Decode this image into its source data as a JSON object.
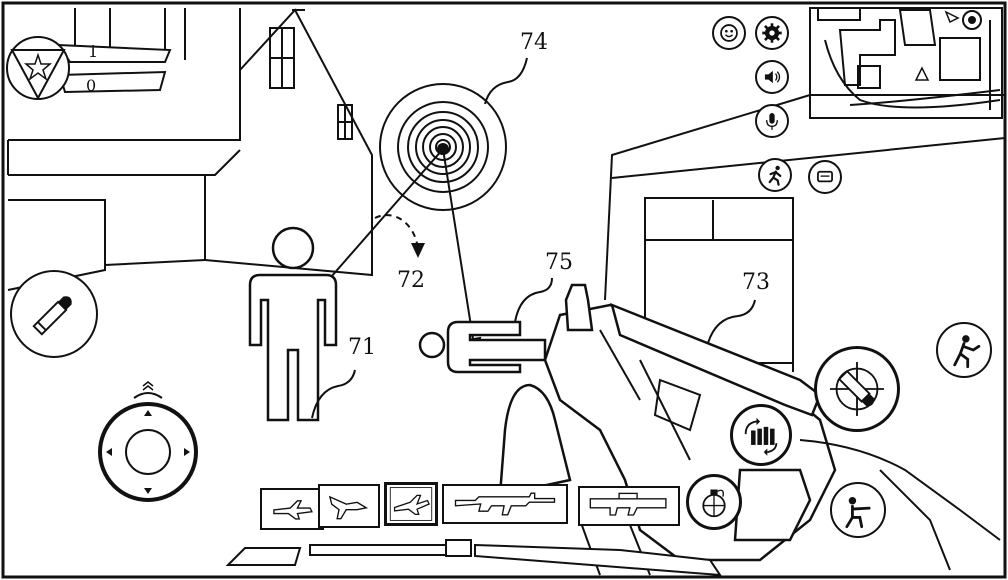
{
  "figure_labels": {
    "target": "74",
    "rotation": "72",
    "standing_figure": "71",
    "prone_figure": "75",
    "firearm": "73"
  },
  "hud": {
    "team_badge_icon": "star-icon",
    "score_top": "1",
    "score_bottom": "0"
  },
  "top_buttons": [
    {
      "name": "emoji-button",
      "icon": "smiley-icon"
    },
    {
      "name": "settings-button",
      "icon": "gear-icon"
    },
    {
      "name": "sound-button",
      "icon": "speaker-icon"
    },
    {
      "name": "microphone-button",
      "icon": "microphone-icon"
    },
    {
      "name": "run-button",
      "icon": "running-man-icon"
    },
    {
      "name": "chat-button",
      "icon": "chat-bubble-icon"
    }
  ],
  "action_buttons": [
    {
      "name": "ammo-button",
      "icon": "bullet-icon"
    },
    {
      "name": "crouch-button",
      "icon": "crouch-icon"
    },
    {
      "name": "scope-fire-button",
      "icon": "bullet-crosshair-icon"
    },
    {
      "name": "reload-button",
      "icon": "reload-icon"
    },
    {
      "name": "grenade-button",
      "icon": "grenade-icon"
    },
    {
      "name": "prone-button",
      "icon": "kneeling-soldier-icon"
    }
  ],
  "weapon_slots": [
    {
      "name": "weapon-slot-plane-1",
      "icon": "fighter-jet-icon",
      "selected": false
    },
    {
      "name": "weapon-slot-plane-2",
      "icon": "fighter-jet-icon",
      "selected": false
    },
    {
      "name": "weapon-slot-plane-3",
      "icon": "fighter-jet-icon",
      "selected": true
    },
    {
      "name": "weapon-slot-rifle",
      "icon": "assault-rifle-icon",
      "selected": false
    },
    {
      "name": "weapon-slot-launcher",
      "icon": "rocket-launcher-icon",
      "selected": false
    }
  ],
  "minimap": {
    "player_icon": "triangle-icon",
    "location_icon": "location-pin-icon"
  },
  "joystick": {
    "icon": "dpad-icon"
  }
}
